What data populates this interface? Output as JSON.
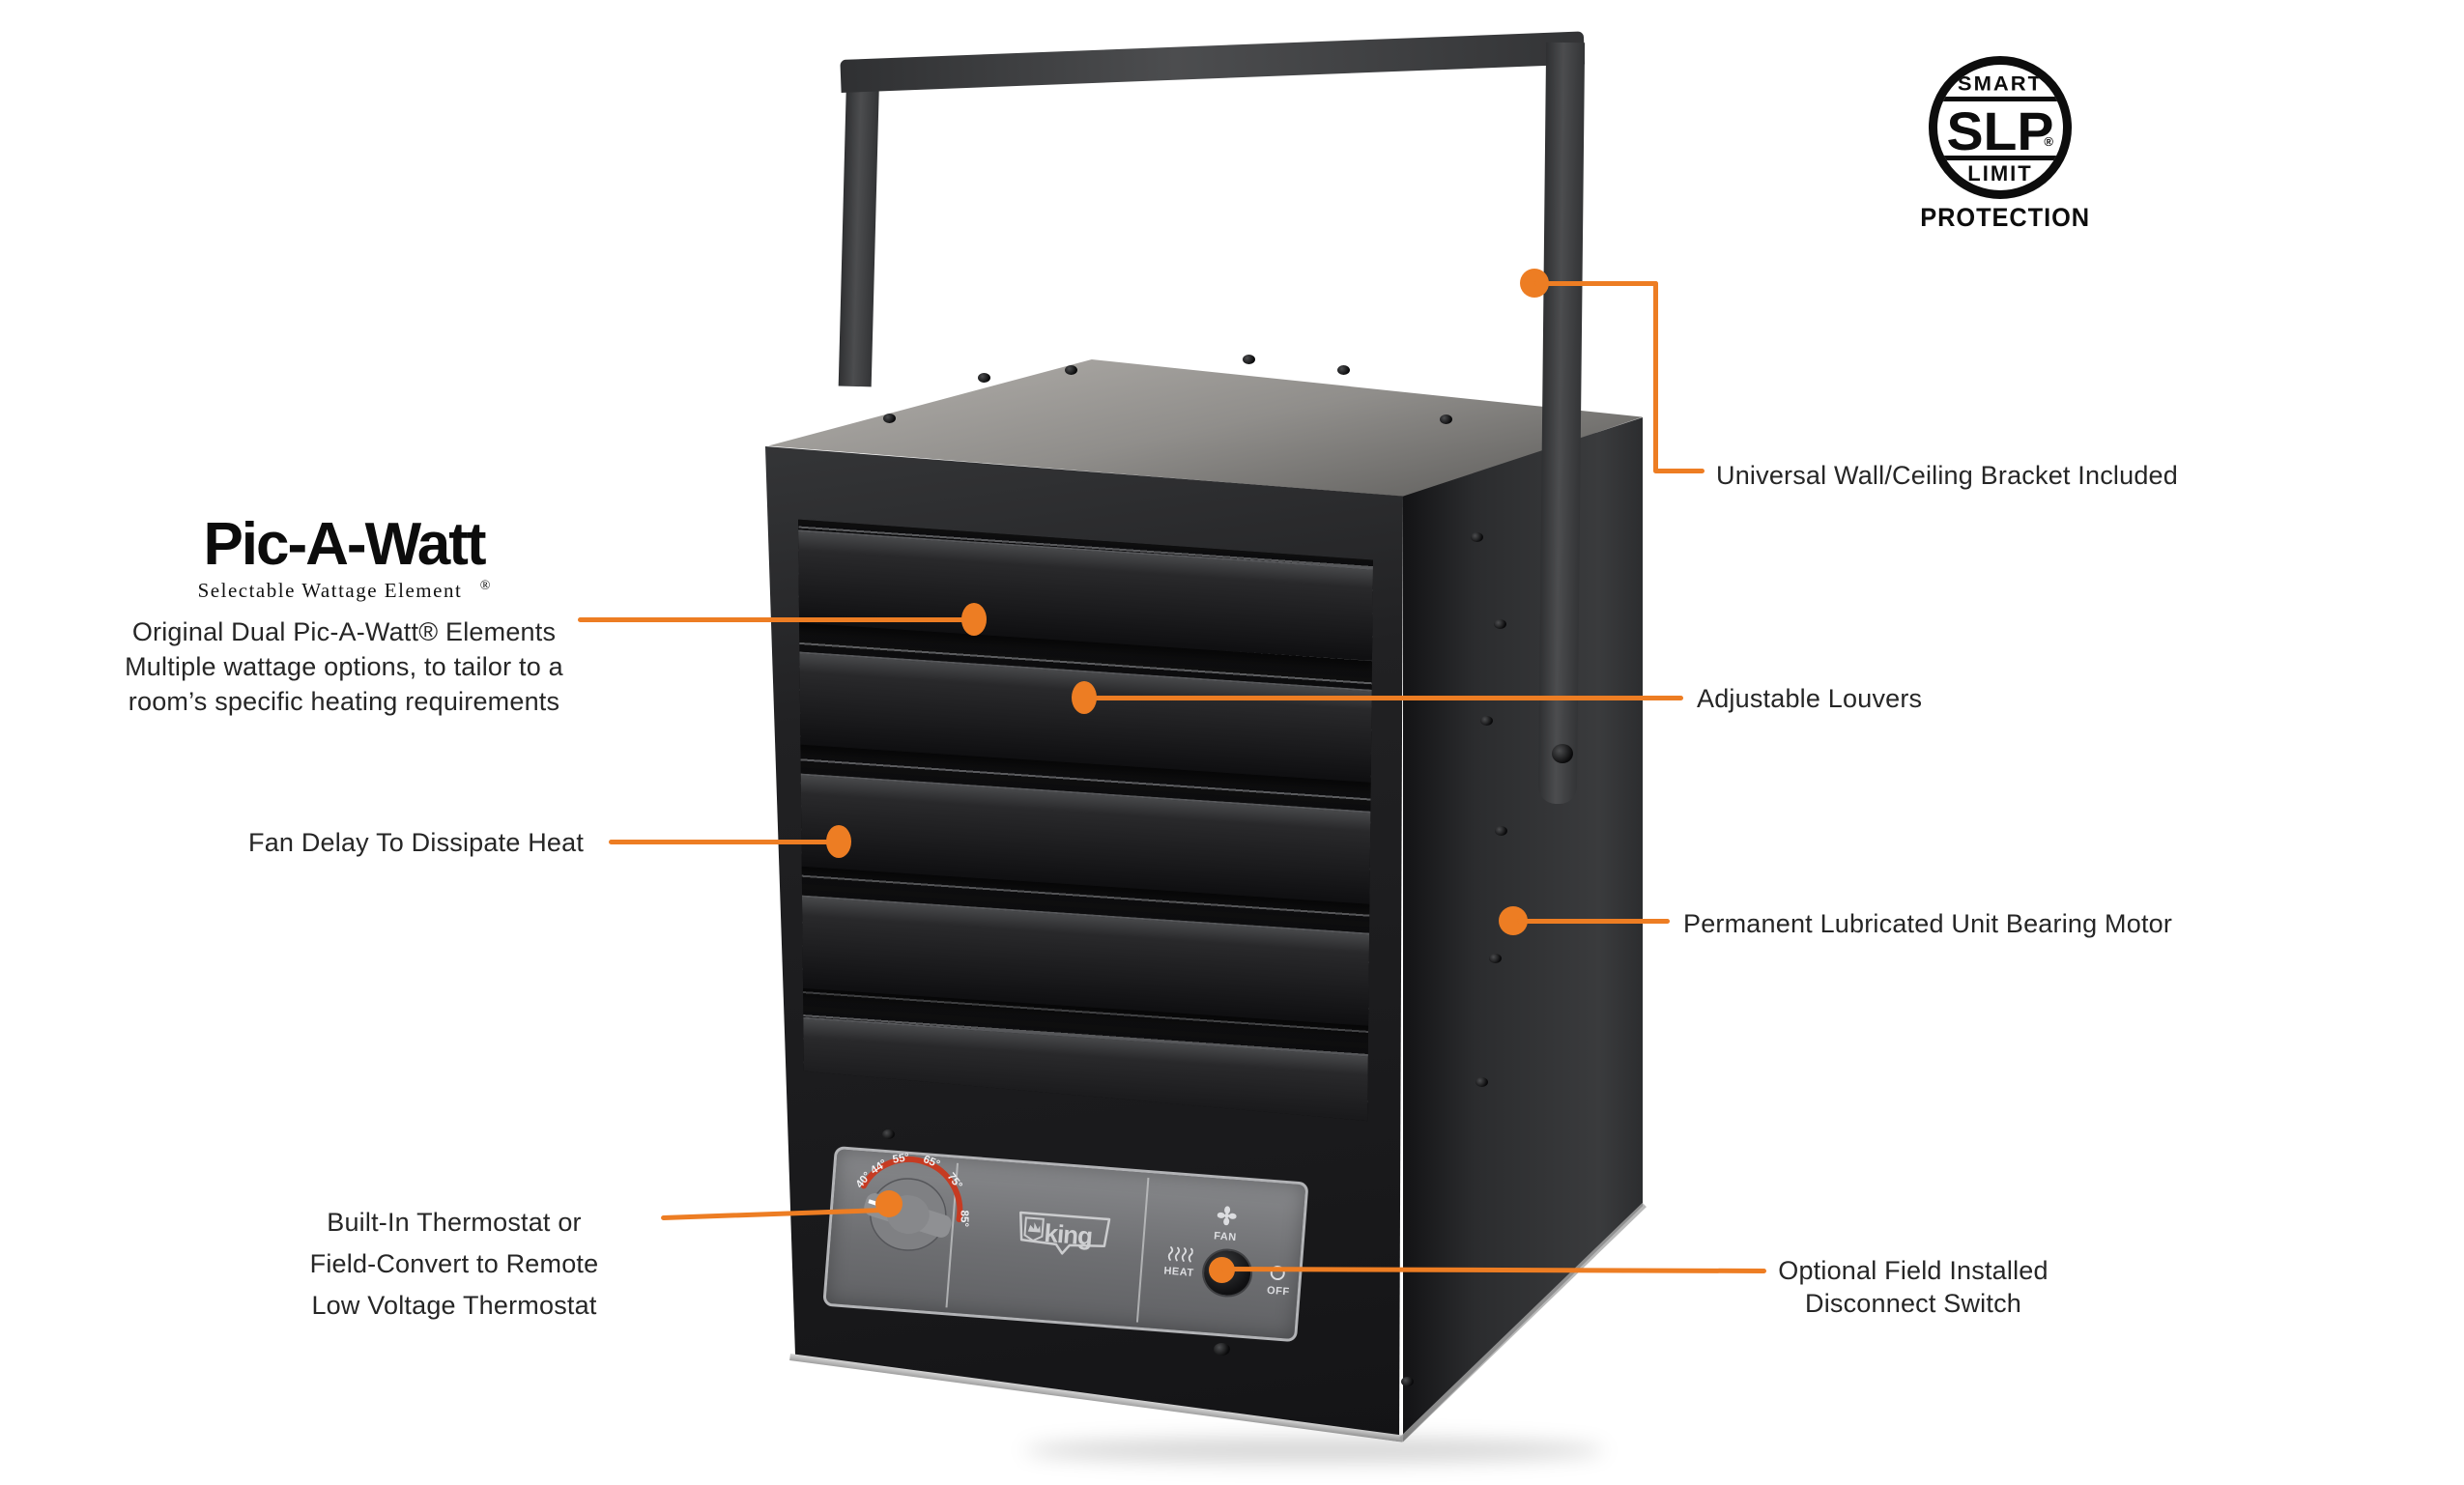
{
  "slp_logo": {
    "smart": "SMART",
    "slp": "SLP",
    "limit": "LIMIT",
    "protection": "PROTECTION",
    "reg": "®"
  },
  "picawatt": {
    "title": "Pic-A-Watt",
    "subtitle": "Selectable Wattage Element",
    "reg": "®"
  },
  "callouts": {
    "elements": {
      "line1": "Original Dual Pic-A-Watt® Elements",
      "line2": "Multiple wattage options, to tailor to a",
      "line3": "room’s specific heating requirements"
    },
    "fan_delay": {
      "label": "Fan Delay To Dissipate Heat"
    },
    "thermostat": {
      "line1": "Built-In Thermostat or",
      "line2": "Field-Convert to Remote",
      "line3": "Low Voltage Thermostat"
    },
    "bracket": {
      "label": "Universal Wall/Ceiling Bracket Included"
    },
    "louvers": {
      "label": "Adjustable Louvers"
    },
    "motor": {
      "label": "Permanent Lubricated Unit Bearing Motor"
    },
    "disconnect": {
      "line1": "Optional Field Installed",
      "line2": "Disconnect Switch"
    }
  },
  "device": {
    "control_panel": {
      "brand": "king",
      "dial_labels": [
        "40°",
        "44°",
        "55°",
        "65°",
        "75°",
        "85°"
      ],
      "fan_label": "FAN",
      "heat_label": "HEAT",
      "off_label": "OFF"
    }
  },
  "colors": {
    "accent": "#ED7D23",
    "text": "#262626",
    "dial_arc": "#C63B22"
  }
}
